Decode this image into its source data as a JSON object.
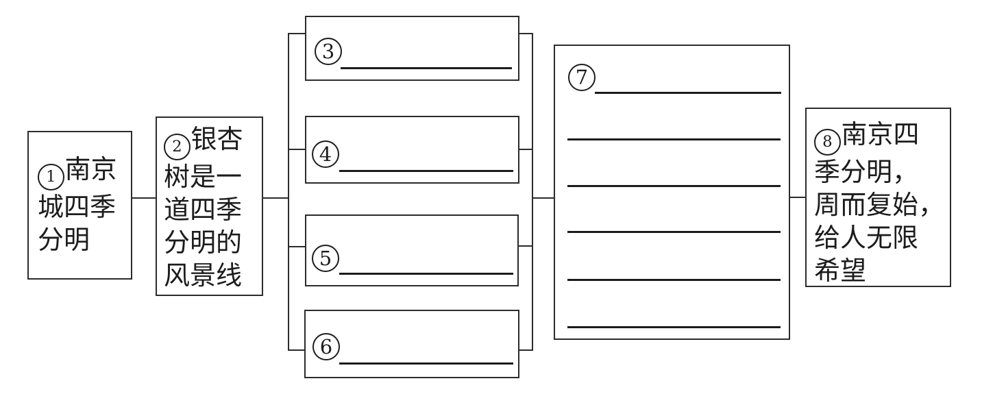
{
  "figure": {
    "description_colors": {
      "ink": "#1c1c1c",
      "line": "#2b2b2b",
      "paper": "#ffffff"
    },
    "nodes": [
      {
        "id": "node-1",
        "num": "1",
        "text": "①南京城四季分明",
        "lines": [
          "南京",
          "城四季",
          "分明"
        ]
      },
      {
        "id": "node-2",
        "num": "2",
        "text": "②银杏树是一道四季分明的风景线",
        "lines": [
          "银杏",
          "树是一",
          "道四季",
          "分明的",
          "风景线"
        ]
      },
      {
        "id": "node-3",
        "num": "3",
        "text": "③________",
        "blank_lines": 1
      },
      {
        "id": "node-4",
        "num": "4",
        "text": "④________",
        "blank_lines": 1
      },
      {
        "id": "node-5",
        "num": "5",
        "text": "⑤________",
        "blank_lines": 1
      },
      {
        "id": "node-6",
        "num": "6",
        "text": "⑥________",
        "blank_lines": 1
      },
      {
        "id": "node-7",
        "num": "7",
        "text": "⑦________ (六条空行)",
        "blank_lines": 6
      },
      {
        "id": "node-8",
        "num": "8",
        "text": "⑧南京四季分明，周而复始，给人无限希望",
        "lines": [
          "南京四",
          "季分明，",
          "周而复始，",
          "给人无限",
          "希望"
        ]
      }
    ]
  }
}
